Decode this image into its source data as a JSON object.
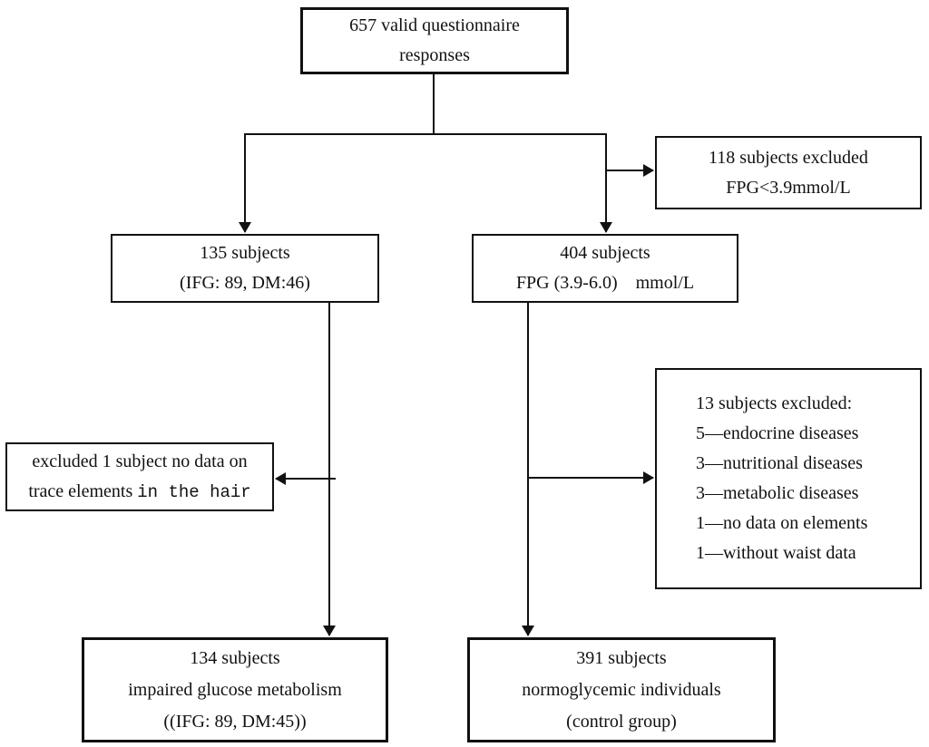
{
  "boxes": {
    "total": {
      "lines": [
        "657 valid questionnaire",
        "responses"
      ]
    },
    "excluded_fpg_low": {
      "lines": [
        "118 subjects excluded",
        "FPG<3.9mmol/L"
      ]
    },
    "ifg_dm": {
      "lines": [
        "135 subjects",
        "(IFG: 89, DM:46)"
      ]
    },
    "fpg_normal": {
      "lines": [
        "404 subjects",
        "FPG (3.9-6.0)    mmol/L"
      ]
    },
    "excluded_hair": {
      "line1": "excluded 1 subject no data on",
      "line2_prefix": "trace elements ",
      "line2_mono": "in the hair"
    },
    "excluded_13": {
      "lines": [
        "13 subjects excluded:",
        "5—endocrine diseases",
        "3—nutritional diseases",
        "3—metabolic diseases",
        "1—no data on elements",
        "1—without waist data"
      ]
    },
    "impaired": {
      "lines": [
        "134 subjects",
        "impaired glucose metabolism",
        "((IFG: 89, DM:45))"
      ]
    },
    "control": {
      "lines": [
        "391 subjects",
        "normoglycemic individuals",
        "(control group)"
      ]
    }
  },
  "colors": {
    "line": "#111111",
    "text": "#111111",
    "background": "#ffffff"
  }
}
